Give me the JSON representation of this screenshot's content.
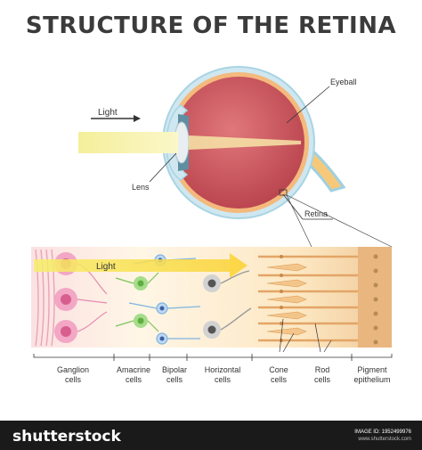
{
  "title": "STRUCTURE OF THE RETINA",
  "labels": {
    "light_eye": "Light",
    "eyeball": "Eyeball",
    "lens": "Lens",
    "retina": "Retina",
    "light_layer": "Light",
    "ganglion": [
      "Ganglion",
      "cells"
    ],
    "amacrine": [
      "Amacrine",
      "cells"
    ],
    "bipolar": [
      "Bipolar",
      "cells"
    ],
    "horizontal": [
      "Horizontal",
      "cells"
    ],
    "cone": [
      "Cone",
      "cells"
    ],
    "rod": [
      "Rod",
      "cells"
    ],
    "pigment": [
      "Pigment",
      "epithelium"
    ]
  },
  "watermark": {
    "brand": "shutterstock",
    "image_id": "IMAGE ID: 1952499976",
    "url": "www.shutterstock.com"
  }
}
